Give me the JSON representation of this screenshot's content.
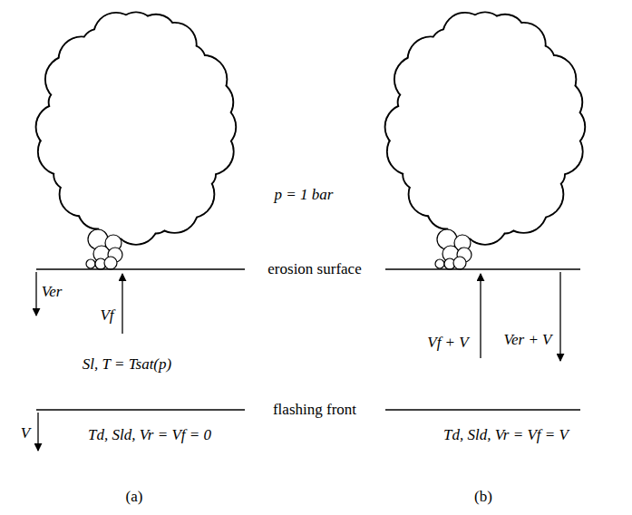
{
  "diagram": {
    "labels": [
      "p = 1 bar",
      "Ver",
      "Vf",
      "erosion surface",
      "Sl, T = Tsat(p)",
      "flashing front",
      "V",
      "Td, Sld, Vr = Vf = 0",
      "(a)",
      "Vf + V",
      "Ver + V",
      "Td, Sld, Vr = Vf = V",
      "(b)"
    ]
  }
}
